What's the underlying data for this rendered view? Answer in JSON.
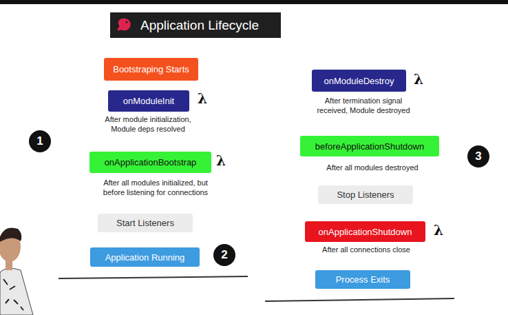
{
  "diagram": {
    "title": "Application Lifecycle",
    "nodes": [
      {
        "text": [
          "Bootstraping Starts"
        ]
      },
      {
        "text": [
          "onModuleInit"
        ]
      },
      {
        "text": [
          "onApplicationBootstrap"
        ]
      },
      {
        "text": [
          "Start Listeners"
        ]
      },
      {
        "text": [
          "Application Running"
        ]
      },
      {
        "text": [
          "onModuleDestroy"
        ]
      },
      {
        "text": [
          "beforeApplicationShutdown"
        ]
      },
      {
        "text": [
          "Stop Listeners"
        ]
      },
      {
        "text": [
          "onApplicationShutdown"
        ]
      },
      {
        "text": [
          "Process Exits"
        ]
      }
    ],
    "labels": [
      "λ",
      "After module initialization, Module deps resolved",
      "1",
      "λ",
      "After all modules initialized, but before listening for connections",
      "2",
      "λ",
      "After termination signal received, Module destroyed",
      "After all modules destroyed",
      "3",
      "λ",
      "After all connections close"
    ]
  }
}
